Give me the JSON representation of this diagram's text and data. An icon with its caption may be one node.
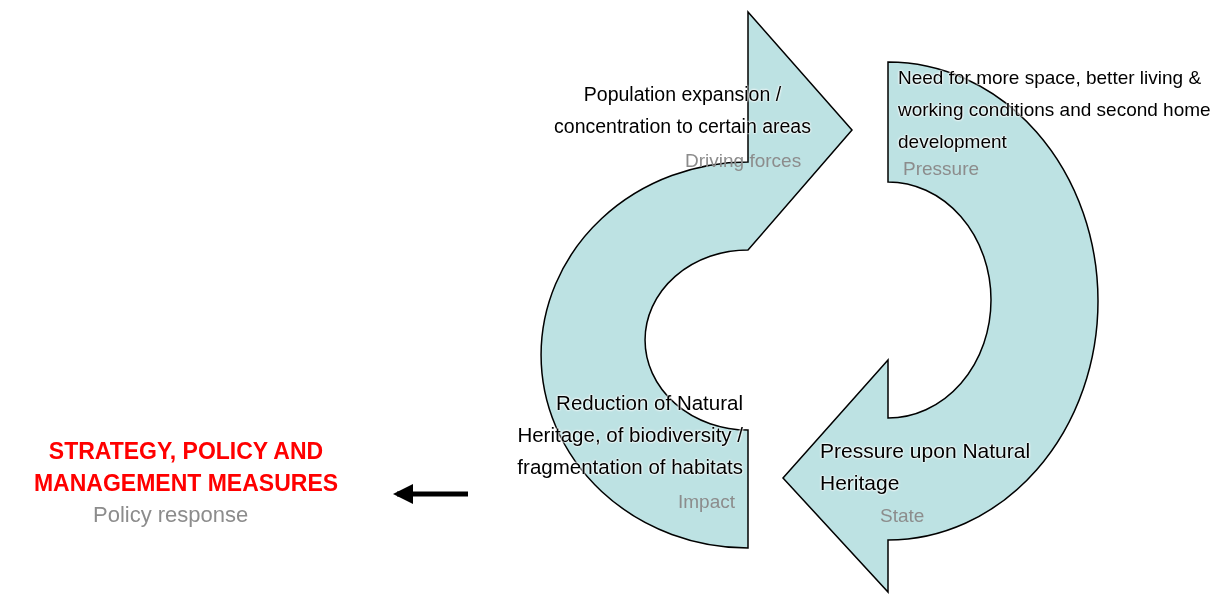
{
  "diagram": {
    "nodes": [
      {
        "text": [
          "Population expansion / concentration to certain areas",
          "Driving forces"
        ]
      },
      {
        "text": [
          "Need for more space, better living & working conditions and second home development",
          "Pressure"
        ]
      },
      {
        "text": [
          "Pressure upon Natural Heritage",
          "State"
        ]
      },
      {
        "text": [
          "Reduction of Natural Heritage, of biodiversity / fragmentation of habitats",
          "Impact"
        ]
      },
      {
        "text": [
          "STRATEGY, POLICY AND MANAGEMENT MEASURES",
          "Policy response"
        ]
      }
    ],
    "edges": [
      {
        "from": 3,
        "to": 4,
        "arrow": "to"
      }
    ]
  }
}
